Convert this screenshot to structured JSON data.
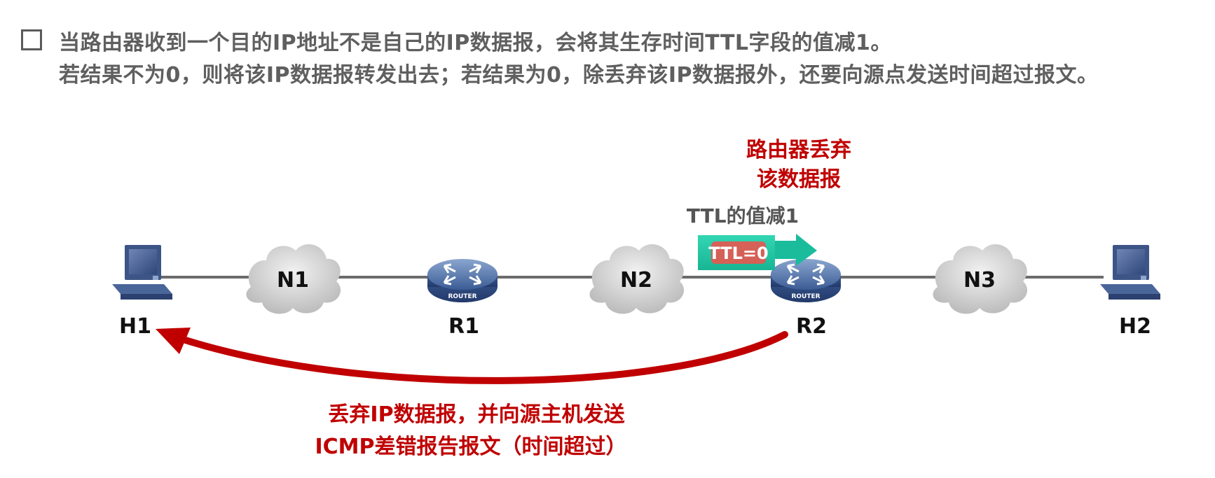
{
  "header": {
    "line1": "当路由器收到一个目的IP地址不是自己的IP数据报，会将其生存时间TTL字段的值减1。",
    "line2": "若结果不为0，则将该IP数据报转发出去；若结果为0，除丢弃该IP数据报外，还要向源点发送时间超过报文。"
  },
  "nodes": {
    "h1": "H1",
    "n1": "N1",
    "r1": "R1",
    "n2": "N2",
    "r2": "R2",
    "n3": "N3",
    "h2": "H2"
  },
  "router_badge": "ROUTER",
  "annotations": {
    "discard_line1": "路由器丢弃",
    "discard_line2": "该数据报",
    "ttl_decrement": "TTL的值减1",
    "ttl_box": "TTL=0",
    "icmp_line1": "丢弃IP数据报，并向源主机发送",
    "icmp_line2": "ICMP差错报告报文（时间超过）"
  },
  "colors": {
    "accent_red": "#c00000",
    "ttl_box_fill": "#1abc9c",
    "link_gray": "#6b6b6b",
    "text_gray": "#5f5f5f"
  },
  "icons": {
    "h1": "computer-icon",
    "h2": "computer-icon",
    "r1": "router-icon",
    "r2": "router-icon",
    "n1": "cloud-icon",
    "n2": "cloud-icon",
    "n3": "cloud-icon"
  }
}
